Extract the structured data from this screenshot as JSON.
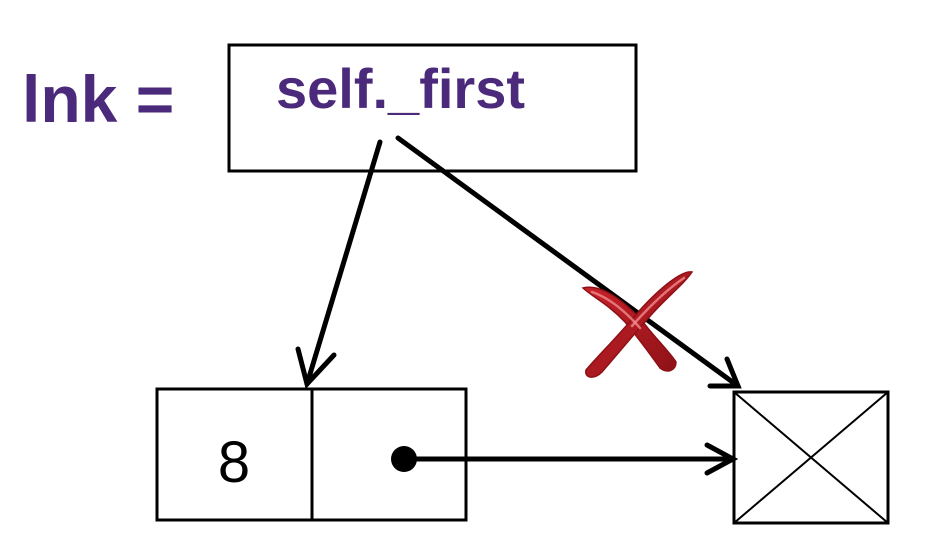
{
  "variable": {
    "name_label": "lnk =",
    "attribute_label": "self._first"
  },
  "node": {
    "value": "8"
  },
  "colors": {
    "text_purple": "#4b2a7b",
    "stroke": "#000000",
    "cross_red": "#c8232a",
    "cross_red_dark": "#8e1117",
    "cross_highlight": "#f28b8e"
  },
  "icons": {
    "removed_link_marker": "red-x-icon",
    "null_reference": "null-box-icon",
    "pointer_dot": "pointer-dot-icon"
  }
}
